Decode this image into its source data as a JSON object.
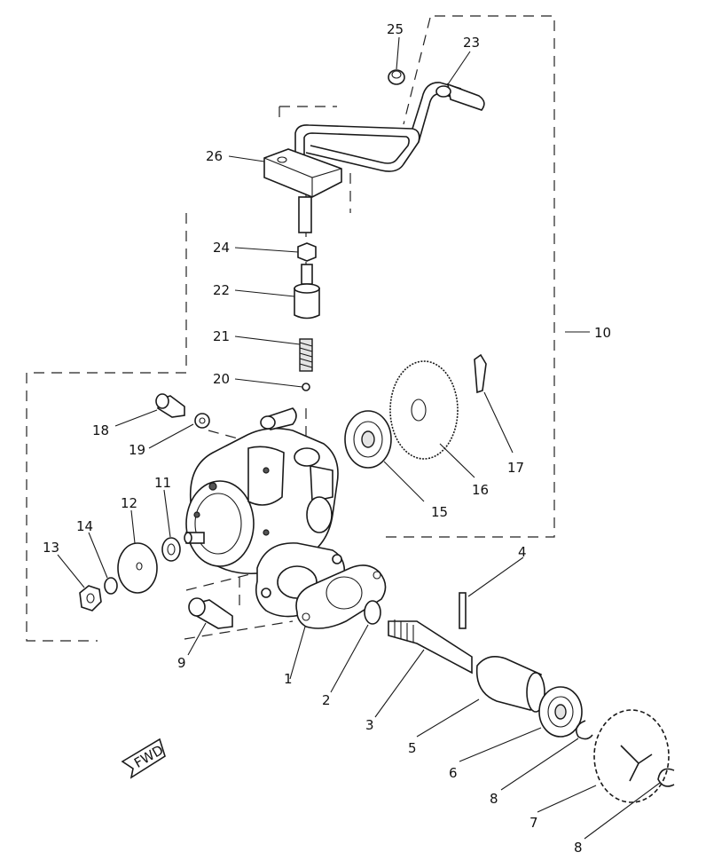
{
  "callouts": [
    {
      "id": "c25",
      "text": "25"
    },
    {
      "id": "c23",
      "text": "23"
    },
    {
      "id": "c26",
      "text": "26"
    },
    {
      "id": "c24",
      "text": "24"
    },
    {
      "id": "c22",
      "text": "22"
    },
    {
      "id": "c21",
      "text": "21"
    },
    {
      "id": "c20",
      "text": "20"
    },
    {
      "id": "c10",
      "text": "10"
    },
    {
      "id": "c17",
      "text": "17"
    },
    {
      "id": "c16",
      "text": "16"
    },
    {
      "id": "c15",
      "text": "15"
    },
    {
      "id": "c18",
      "text": "18"
    },
    {
      "id": "c19",
      "text": "19"
    },
    {
      "id": "c11",
      "text": "11"
    },
    {
      "id": "c12",
      "text": "12"
    },
    {
      "id": "c14",
      "text": "14"
    },
    {
      "id": "c13",
      "text": "13"
    },
    {
      "id": "c4",
      "text": "4"
    },
    {
      "id": "c9",
      "text": "9"
    },
    {
      "id": "c1",
      "text": "1"
    },
    {
      "id": "c2",
      "text": "2"
    },
    {
      "id": "c3",
      "text": "3"
    },
    {
      "id": "c5",
      "text": "5"
    },
    {
      "id": "c6",
      "text": "6"
    },
    {
      "id": "c8a",
      "text": "8"
    },
    {
      "id": "c7",
      "text": "7"
    },
    {
      "id": "c8b",
      "text": "8"
    }
  ],
  "fwd_label": "FWD"
}
